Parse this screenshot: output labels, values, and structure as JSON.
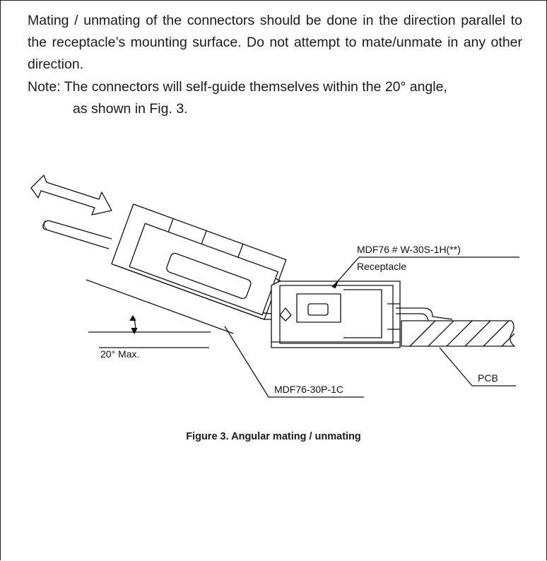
{
  "text": {
    "paragraph": "Mating / unmating of the connectors should be done in the direction parallel to the receptacle’s mounting surface. Do not attempt to mate/unmate in any other direction.",
    "note_label": "Note: ",
    "note_line1": "The connectors will self-guide themselves within the 20° angle,",
    "note_line2": "as shown in Fig. 3."
  },
  "figure": {
    "labels": {
      "receptacle_part": "MDF76 # W-30S-1H(**)",
      "receptacle": "Receptacle",
      "angle": "20° Max.",
      "plug_part": "MDF76-30P-1C",
      "pcb": "PCB"
    },
    "caption": "Figure 3. Angular mating / unmating"
  }
}
